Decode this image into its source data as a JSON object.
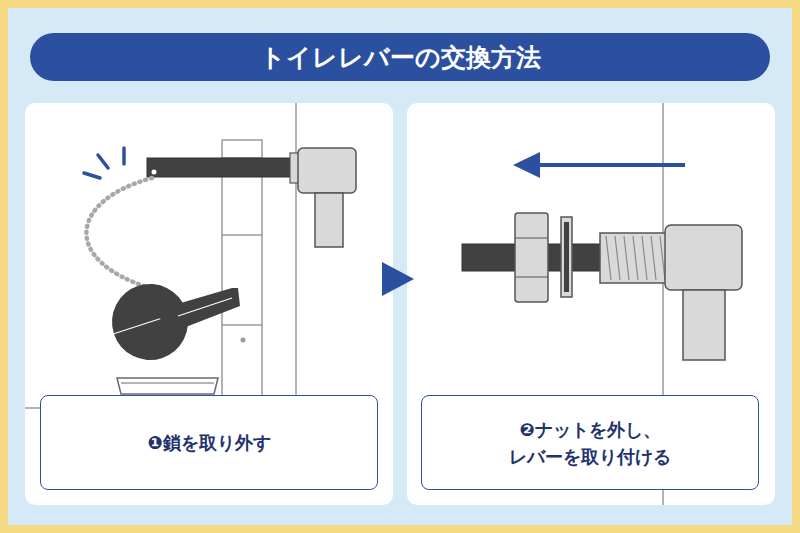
{
  "diagram": {
    "title": "トイレレバーの交換方法",
    "nodes": [
      {
        "text": [
          "❶鎖を取り外す"
        ]
      },
      {
        "text": [
          "❷ナットを外し、 レバーを取り付ける"
        ]
      }
    ]
  }
}
